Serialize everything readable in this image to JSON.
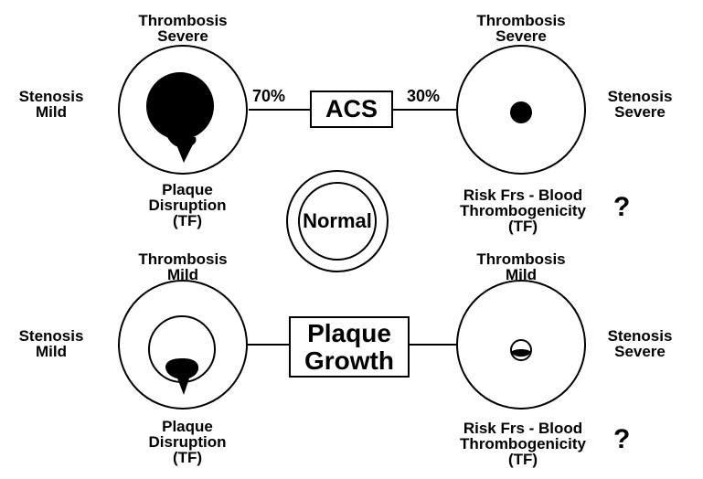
{
  "top_left": {
    "thrombosis": [
      "Thrombosis",
      "Severe"
    ],
    "stenosis": [
      "Stenosis",
      "Mild"
    ],
    "cause": [
      "Plaque",
      "Disruption",
      "(TF)"
    ]
  },
  "top_right": {
    "thrombosis": [
      "Thrombosis",
      "Severe"
    ],
    "stenosis": [
      "Stenosis",
      "Severe"
    ],
    "cause": [
      "Risk Frs - Blood",
      "Thrombogenicity",
      "(TF)"
    ],
    "question": "?"
  },
  "acs": {
    "label": "ACS",
    "left_pct": "70%",
    "right_pct": "30%"
  },
  "center": {
    "label": "Normal"
  },
  "bottom_left": {
    "thrombosis": [
      "Thrombosis",
      "Mild"
    ],
    "stenosis": [
      "Stenosis",
      "Mild"
    ],
    "cause": [
      "Plaque",
      "Disruption",
      "(TF)"
    ]
  },
  "bottom_right": {
    "thrombosis": [
      "Thrombosis",
      "Mild"
    ],
    "stenosis": [
      "Stenosis",
      "Severe"
    ],
    "cause": [
      "Risk Frs - Blood",
      "Thrombogenicity",
      "(TF)"
    ],
    "question": "?"
  },
  "growth": {
    "label": [
      "Plaque",
      "Growth"
    ]
  }
}
